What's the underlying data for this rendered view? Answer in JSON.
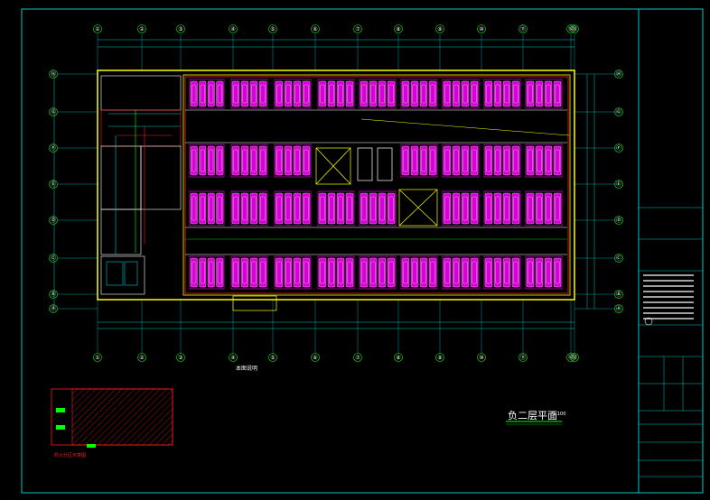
{
  "drawing": {
    "plan_title": "负二层平面",
    "plan_scale": "1:100",
    "notes_heading": "本图说明",
    "fire_zone_title": "防火分区示意图",
    "column_axes": [
      "①",
      "②",
      "③",
      "④",
      "⑤",
      "⑥",
      "⑦",
      "⑧",
      "⑨",
      "⑩",
      "⑪",
      "⑫",
      "⑬"
    ],
    "row_axes": [
      "Ⓗ",
      "Ⓖ",
      "Ⓕ",
      "Ⓔ",
      "Ⓓ",
      "Ⓒ",
      "Ⓑ",
      "Ⓐ"
    ],
    "colors": {
      "frame": "#00c8c8",
      "wall": "#ffff00",
      "parking": "#ff00ff",
      "fire_line": "#ff2020",
      "pipe": "#00ff00",
      "text": "#ffffff"
    }
  }
}
